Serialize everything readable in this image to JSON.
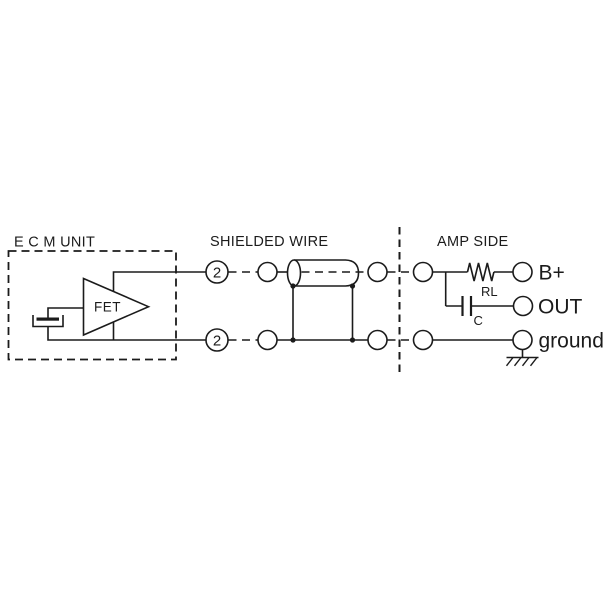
{
  "colors": {
    "ink": "#1b1b1b",
    "background": "#ffffff"
  },
  "ecm_section": {
    "title": "E C M UNIT",
    "fet_label": "FET"
  },
  "shielded_wire_section": {
    "title": "SHIELDED WIRE",
    "top_connector_number": "2",
    "bottom_connector_number": "2"
  },
  "amp_section": {
    "title": "AMP SIDE",
    "load_resistor_label": "RL",
    "coupling_capacitor_label": "C",
    "terminal_b_plus": "B+",
    "terminal_out": "OUT",
    "terminal_ground": "ground"
  }
}
